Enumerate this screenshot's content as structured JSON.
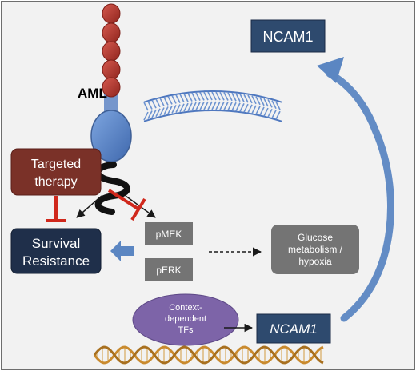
{
  "cell_label": "AML",
  "receptor_label": "NCAM1",
  "gene_label": "NCAM1",
  "tf_label_lines": [
    "Context-",
    "dependent",
    "TFs"
  ],
  "targeted_therapy_lines": [
    "Targeted",
    "therapy"
  ],
  "survival_lines": [
    "Survival",
    "Resistance"
  ],
  "pmek_label": "pMEK",
  "perk_label": "pERK",
  "glucose_lines": [
    "Glucose",
    "metabolism /",
    "hypoxia"
  ],
  "colors": {
    "navy_box": "#2e4a6e",
    "dark_navy_box": "#1f2f4a",
    "brown_box": "#7a3128",
    "gray_box": "#747474",
    "inhibit_red": "#d0281c",
    "arrow_blue": "#5b86c2",
    "bead_red": "#b8372f",
    "membrane_blue": "#6d93d0",
    "tf_purple": "#7d64a8",
    "dna_orange": "#c98a2e"
  }
}
